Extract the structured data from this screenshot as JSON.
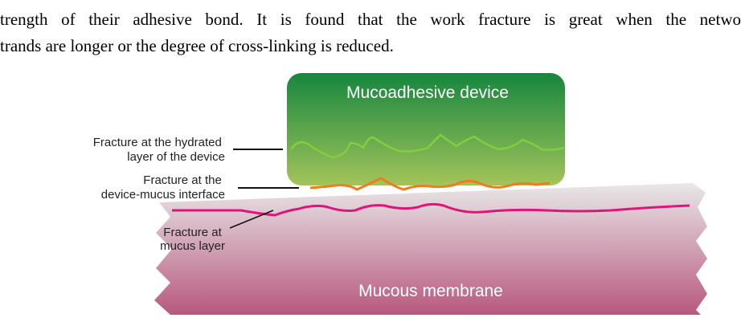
{
  "paragraph": {
    "line1": "trength of their adhesive bond. It is found that the work fracture is great when the netwo",
    "line2": "trands are longer or the degree of cross-linking is reduced."
  },
  "figure": {
    "device_label": "Mucoadhesive device",
    "membrane_label": "Mucous membrane",
    "annotations": {
      "hydrated_line1": "Fracture at the hydrated",
      "hydrated_line2": "layer of the device",
      "interface_line1": "Fracture at the",
      "interface_line2": "device-mucus interface",
      "mucus_line1": "Fracture at",
      "mucus_line2": "mucus layer"
    },
    "colors": {
      "device_top": "#16863e",
      "device_bottom": "#a3c45a",
      "membrane_top": "#e8e8e8",
      "membrane_bottom": "#b8587e",
      "hydrated_fracture": "#7fcf3e",
      "interface_fracture": "#ee7d22",
      "mucus_fracture": "#e0157a"
    }
  }
}
